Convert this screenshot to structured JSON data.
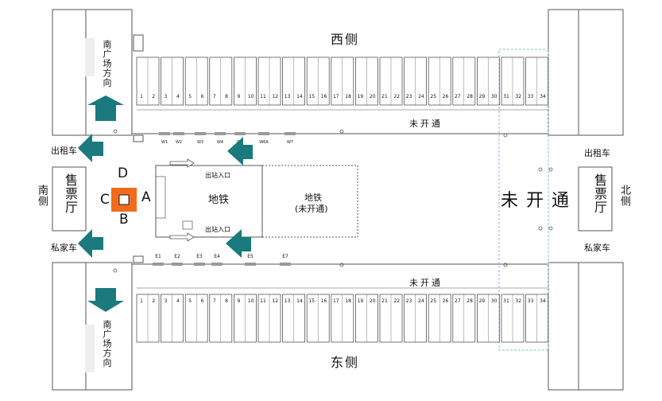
{
  "labels": {
    "west_side": "西侧",
    "east_side": "东侧",
    "south_side": "南侧",
    "north_side": "北侧",
    "south_ticket_hall": "售票厅",
    "north_ticket_hall": "售票厅",
    "south_plaza_top": "南广场方向",
    "south_plaza_bottom": "南广场方向",
    "taxi_left": "出租车",
    "taxi_right": "出租车",
    "private_left": "私家车",
    "private_right": "私家车",
    "not_open_big": "未开通",
    "not_open_top": "未开通",
    "not_open_bottom": "未开通",
    "metro": "地铁",
    "metro_unopened": "地铁",
    "metro_unopened_sub": "(未开通)",
    "exit_top": "出站入口",
    "exit_bottom": "出站入口",
    "marker_a": "A",
    "marker_b": "B",
    "marker_c": "C",
    "marker_d": "D"
  },
  "west_gates": [
    "W1",
    "W2",
    "W3",
    "W4",
    "W5",
    "W6A",
    "W7"
  ],
  "east_gates": [
    "E1",
    "E2",
    "E3",
    "E4",
    "E5",
    "E7"
  ],
  "platform_numbers": [
    "1",
    "2",
    "3",
    "4",
    "5",
    "6",
    "7",
    "8",
    "9",
    "10",
    "11",
    "12",
    "13",
    "14",
    "15",
    "16",
    "17",
    "18",
    "19",
    "20",
    "21",
    "22",
    "23",
    "24",
    "25",
    "26",
    "27",
    "28",
    "29",
    "30",
    "31",
    "32",
    "33",
    "34"
  ],
  "colors": {
    "arrow": "#1a7a7e",
    "marker": "#f26a1b",
    "line": "#555555",
    "dashed_teal": "#7fc4c8"
  }
}
